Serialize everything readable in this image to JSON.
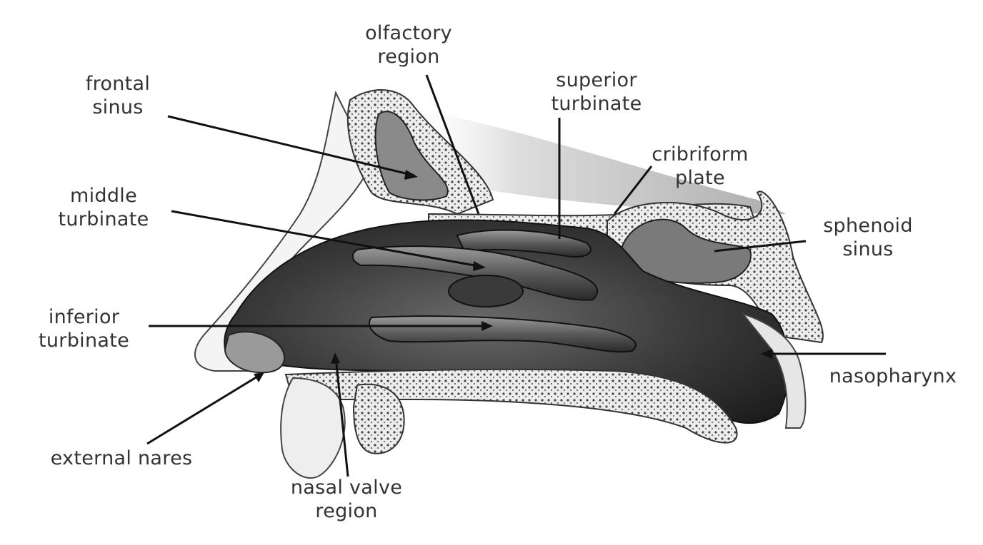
{
  "labels": {
    "olfactory_region": [
      "olfactory",
      "region"
    ],
    "frontal_sinus": [
      "frontal",
      "sinus"
    ],
    "superior_turbinate": [
      "superior",
      "turbinate"
    ],
    "cribriform_plate": [
      "cribriform",
      "plate"
    ],
    "middle_turbinate": [
      "middle",
      "turbinate"
    ],
    "sphenoid_sinus": [
      "sphenoid",
      "sinus"
    ],
    "inferior_turbinate": [
      "inferior",
      "turbinate"
    ],
    "nasopharynx": [
      "nasopharynx"
    ],
    "external_nares": [
      "external nares"
    ],
    "nasal_valve_region": [
      "nasal valve",
      "region"
    ]
  },
  "colors": {
    "label_text": "#333333",
    "leader_line": "#111111",
    "cavity_dark": "#2a2a2a",
    "tissue_mid": "#7a7a7a",
    "bone_light": "#e8e8e8"
  }
}
